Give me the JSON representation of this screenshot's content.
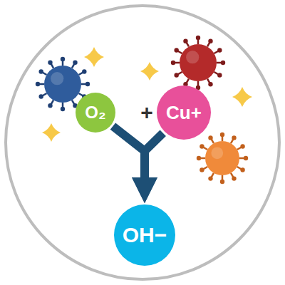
{
  "diagram": {
    "nodes": [
      {
        "text": [
          "O₂"
        ]
      },
      {
        "text": [
          "Cu+"
        ]
      },
      {
        "text": [
          "OH−"
        ]
      }
    ],
    "edges": [
      {
        "from": 0,
        "to": 2,
        "arrow": "to"
      },
      {
        "from": 1,
        "to": 2,
        "arrow": "to"
      }
    ],
    "labels": [
      "+"
    ]
  }
}
